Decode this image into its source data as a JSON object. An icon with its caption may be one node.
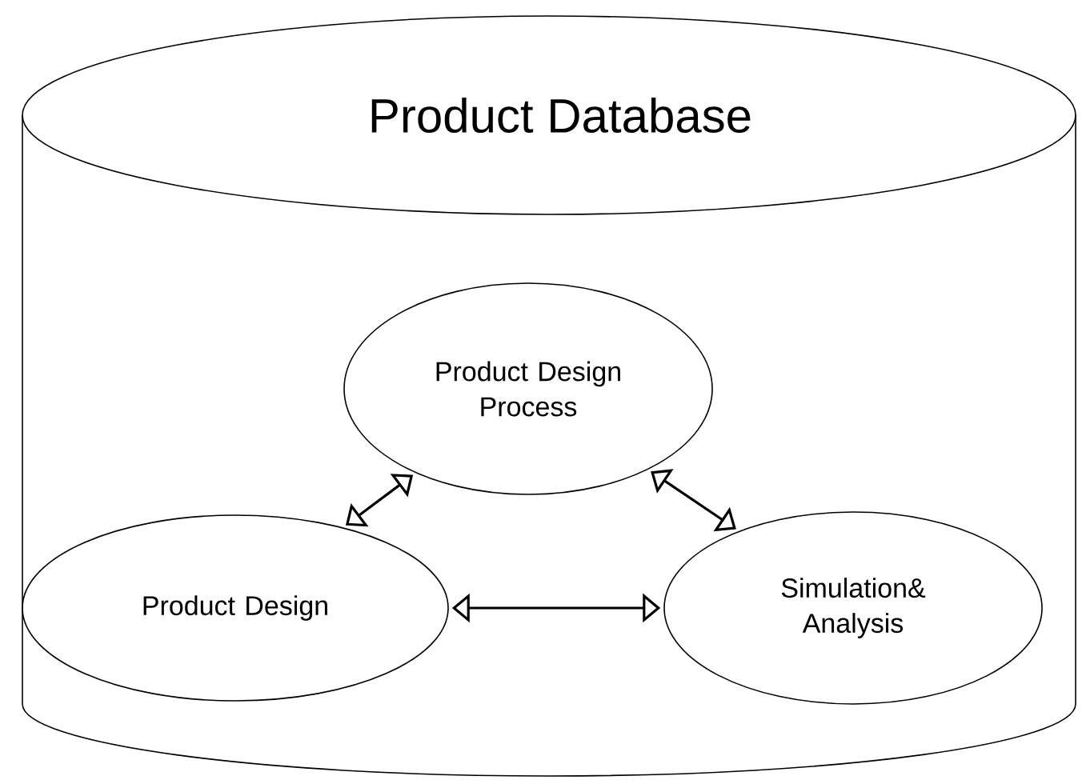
{
  "diagram": {
    "nodes": [
      {
        "text": [
          "Product Database"
        ]
      },
      {
        "text": [
          "Product Design Process"
        ],
        "in": 0
      },
      {
        "text": [
          "Product Design"
        ],
        "in": 0
      },
      {
        "text": [
          "Simulation& Analysis"
        ],
        "in": 0
      }
    ],
    "edges": [
      {
        "from": 2,
        "to": 1,
        "arrow": "both"
      },
      {
        "from": 1,
        "to": 3,
        "arrow": "both"
      },
      {
        "from": 2,
        "to": 3,
        "arrow": "both"
      }
    ]
  }
}
